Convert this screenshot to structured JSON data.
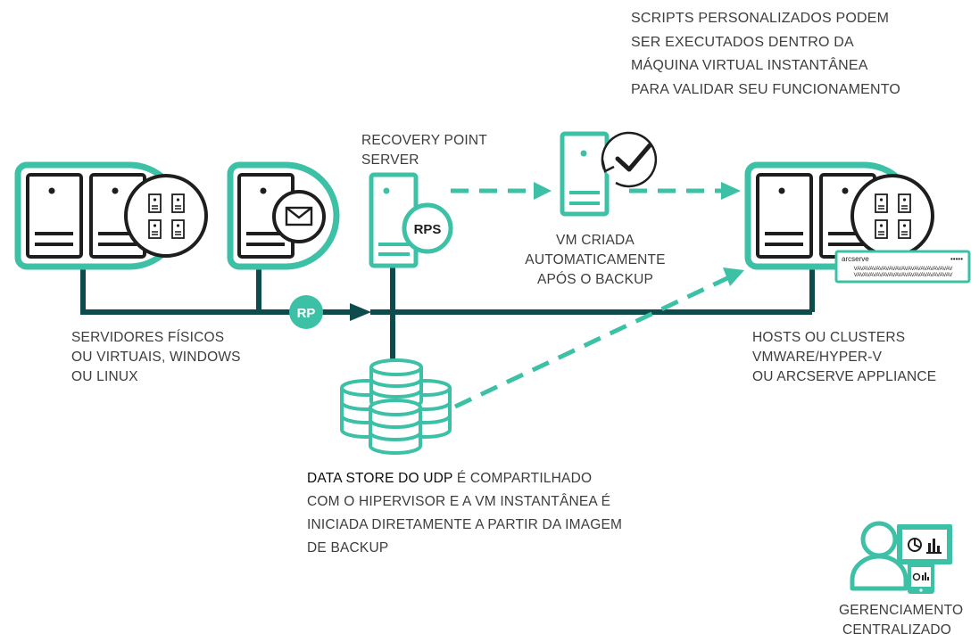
{
  "colors": {
    "accent": "#3dc1a6",
    "line": "#0e4b4d",
    "dark": "#1e1e1e",
    "text": "#3d3d3d"
  },
  "icons": {
    "physical_servers": "server-group-icon",
    "mail_server": "mail-server-icon",
    "rps": "rps-server-icon",
    "vm": "verified-vm-icon",
    "hosts": "host-cluster-icon",
    "datastore": "database-icon",
    "management": "admin-dashboard-icon"
  },
  "labels": {
    "scripts": [
      "SCRIPTS PERSONALIZADOS PODEM",
      "SER EXECUTADOS DENTRO DA",
      "MÁQUINA VIRTUAL INSTANTÂNEA",
      "PARA VALIDAR SEU FUNCIONAMENTO"
    ],
    "rps": [
      "RECOVERY POINT",
      "SERVER"
    ],
    "vm": [
      "VM CRIADA",
      "AUTOMATICAMENTE",
      "APÓS O BACKUP"
    ],
    "sources": [
      "SERVIDORES FÍSICOS",
      "OU VIRTUAIS, WINDOWS",
      "OU LINUX"
    ],
    "hosts": [
      "HOSTS OU CLUSTERS",
      "VMWARE/HYPER-V",
      "OU ARCSERVE APPLIANCE"
    ],
    "datastore_highlight": "DATA STORE DO UDP",
    "datastore_rest_first": " É COMPARTILHADO",
    "datastore_rest": [
      "COM O HIPERVISOR E A VM INSTANTÂNEA É",
      "INICIADA DIRETAMENTE A PARTIR DA IMAGEM",
      "DE BACKUP"
    ],
    "management": [
      "GERENCIAMENTO",
      "CENTRALIZADO"
    ]
  },
  "badges": {
    "rps": "RPS",
    "rp": "RP"
  },
  "appliance": {
    "brand": "arcserve",
    "dots": "•••••",
    "pattern": "VAVAVAVAVAVAVAVAVAVAVAVAVAVAVAV"
  }
}
